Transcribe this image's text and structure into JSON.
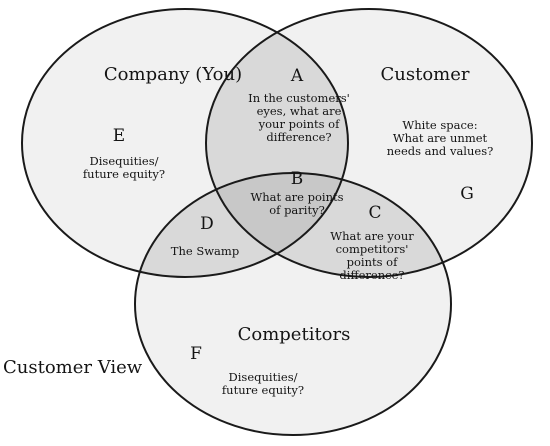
{
  "diagram": {
    "view_label": "Customer View",
    "colors": {
      "outside": "#ffffff",
      "single": "#f1f1f1",
      "pair": "#d9d9d9",
      "triple": "#c8c8c8",
      "stroke": "#1a1a1a"
    },
    "sets": {
      "company": {
        "title": "Company (You)",
        "letter": "E",
        "note": [
          "Disequities/",
          "future equity?"
        ]
      },
      "customer": {
        "title": "Customer",
        "letter": "G",
        "note": [
          "White space:",
          "What are unmet",
          "needs and values?"
        ]
      },
      "competitors": {
        "title": "Competitors",
        "letter": "F",
        "note": [
          "Disequities/",
          "future equity?"
        ]
      }
    },
    "overlaps": {
      "company_customer": {
        "letter": "A",
        "note": [
          "In the customers'",
          "eyes, what are",
          "your points of",
          "difference?"
        ]
      },
      "all_three": {
        "letter": "B",
        "note": [
          "What are points",
          "of parity?"
        ]
      },
      "customer_competitors": {
        "letter": "C",
        "note": [
          "What are your",
          "competitors'",
          "points of",
          "difference?"
        ]
      },
      "company_competitors": {
        "letter": "D",
        "note": [
          "The Swamp"
        ]
      }
    }
  }
}
